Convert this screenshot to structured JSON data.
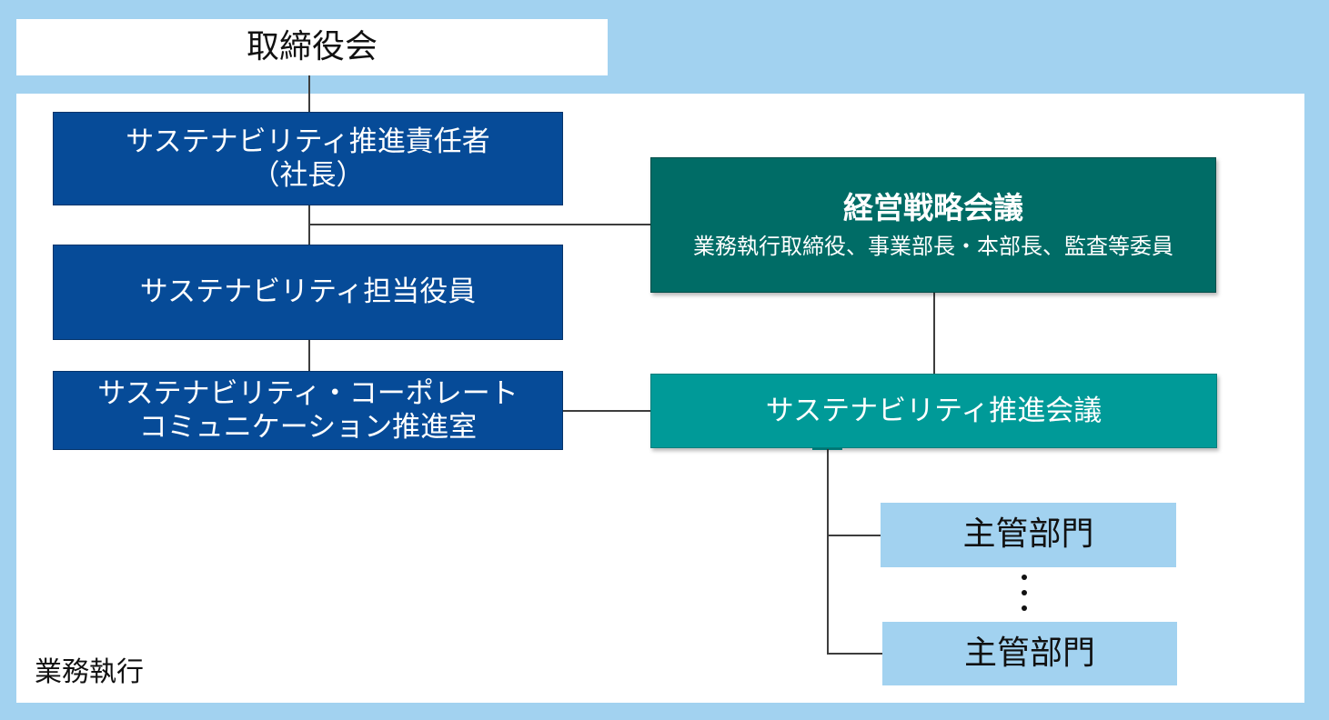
{
  "diagram": {
    "board": "取締役会",
    "promotion_officer": {
      "line1": "サステナビリティ推進責任者",
      "line2": "（社長）"
    },
    "executive_in_charge": "サステナビリティ担当役員",
    "corporate_office": {
      "line1": "サステナビリティ・コーポレート",
      "line2": "コミュニケーション推進室"
    },
    "strategy_meeting": {
      "title": "経営戦略会議",
      "members": "業務執行取締役、事業部長・本部長、監査等委員"
    },
    "promotion_meeting": "サステナビリティ推進会議",
    "departments": [
      "主管部門",
      "主管部門"
    ],
    "panel_label": "業務執行"
  },
  "colors": {
    "background": "#a2d2f0",
    "panel": "#ffffff",
    "navy": "#064b98",
    "dark_green": "#006c66",
    "teal": "#009a98",
    "light_blue": "#a2d2f0",
    "connector": "#3d3d3d"
  }
}
